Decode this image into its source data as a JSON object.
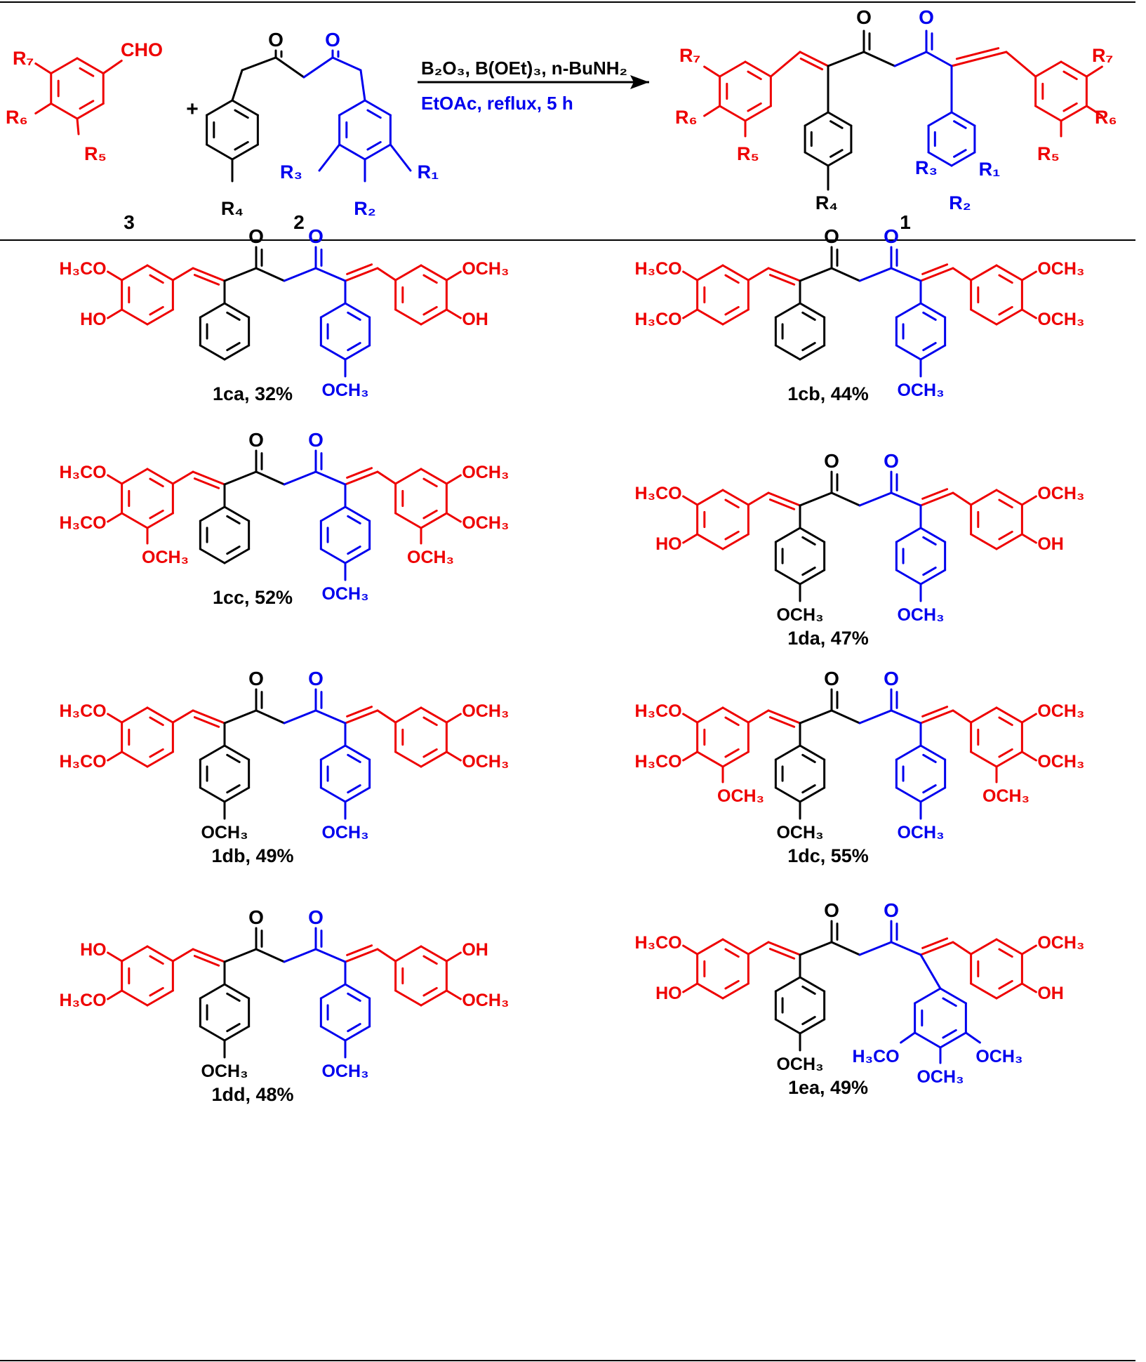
{
  "colors": {
    "red": "#ee0000",
    "blue": "#0000ee",
    "black": "#000000"
  },
  "reaction": {
    "reagents": "B₂O₃, B(OEt)₃, n-BuNH₂",
    "conditions": "EtOAc, reflux, 5 h",
    "plus": "+",
    "aldehyde": {
      "label": "3",
      "cho": "CHO",
      "r5": "R₅",
      "r6": "R₆",
      "r7": "R₇"
    },
    "diketone": {
      "label": "2",
      "r1": "R₁",
      "r2": "R₂",
      "r3": "R₃",
      "r4": "R₄",
      "o": "O"
    },
    "product": {
      "label": "1"
    }
  },
  "compounds": [
    {
      "caption": "1ca, 32%",
      "left": [
        "H₃CO",
        "HO"
      ],
      "right": [
        "OCH₃",
        "OH"
      ],
      "black_sub": "",
      "blue_sub": "OCH₃"
    },
    {
      "caption": "1cb, 44%",
      "left": [
        "H₃CO",
        "H₃CO"
      ],
      "right": [
        "OCH₃",
        "OCH₃"
      ],
      "black_sub": "",
      "blue_sub": "OCH₃"
    },
    {
      "caption": "1cc, 52%",
      "left": [
        "H₃CO",
        "H₃CO",
        "OCH₃"
      ],
      "right": [
        "OCH₃",
        "OCH₃",
        "OCH₃"
      ],
      "black_sub": "",
      "blue_sub": "OCH₃"
    },
    {
      "caption": "1da, 47%",
      "left": [
        "H₃CO",
        "HO"
      ],
      "right": [
        "OCH₃",
        "OH"
      ],
      "black_sub": "OCH₃",
      "blue_sub": "OCH₃"
    },
    {
      "caption": "1db, 49%",
      "left": [
        "H₃CO",
        "H₃CO"
      ],
      "right": [
        "OCH₃",
        "OCH₃"
      ],
      "black_sub": "OCH₃",
      "blue_sub": "OCH₃"
    },
    {
      "caption": "1dc, 55%",
      "left": [
        "H₃CO",
        "H₃CO",
        "OCH₃"
      ],
      "right": [
        "OCH₃",
        "OCH₃",
        "OCH₃"
      ],
      "black_sub": "OCH₃",
      "blue_sub": "OCH₃"
    },
    {
      "caption": "1dd, 48%",
      "left": [
        "HO",
        "H₃CO"
      ],
      "right": [
        "OH",
        "OCH₃"
      ],
      "black_sub": "OCH₃",
      "blue_sub": "OCH₃"
    },
    {
      "caption": "1ea, 49%",
      "left": [
        "H₃CO",
        "HO"
      ],
      "right": [
        "OCH₃",
        "OH"
      ],
      "black_sub": "OCH₃",
      "blue_sub": "",
      "blue_tri": [
        "H₃CO",
        "OCH₃",
        "OCH₃"
      ]
    }
  ]
}
